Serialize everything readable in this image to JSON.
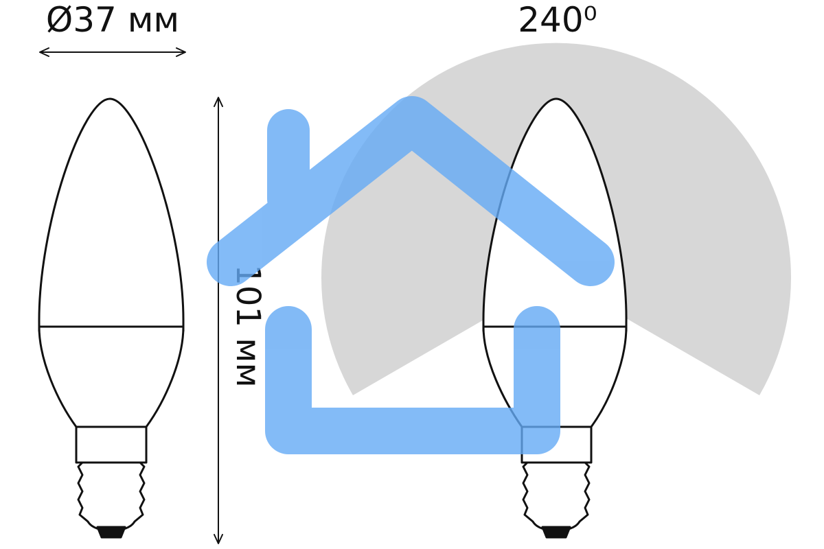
{
  "labels": {
    "diameter": "Ø37 мм",
    "beam_angle": "240⁰",
    "height": "101 мм"
  },
  "colors": {
    "line": "#111111",
    "house": "#64aaf5",
    "beam": "#d7d7d7",
    "background": "#ffffff"
  }
}
